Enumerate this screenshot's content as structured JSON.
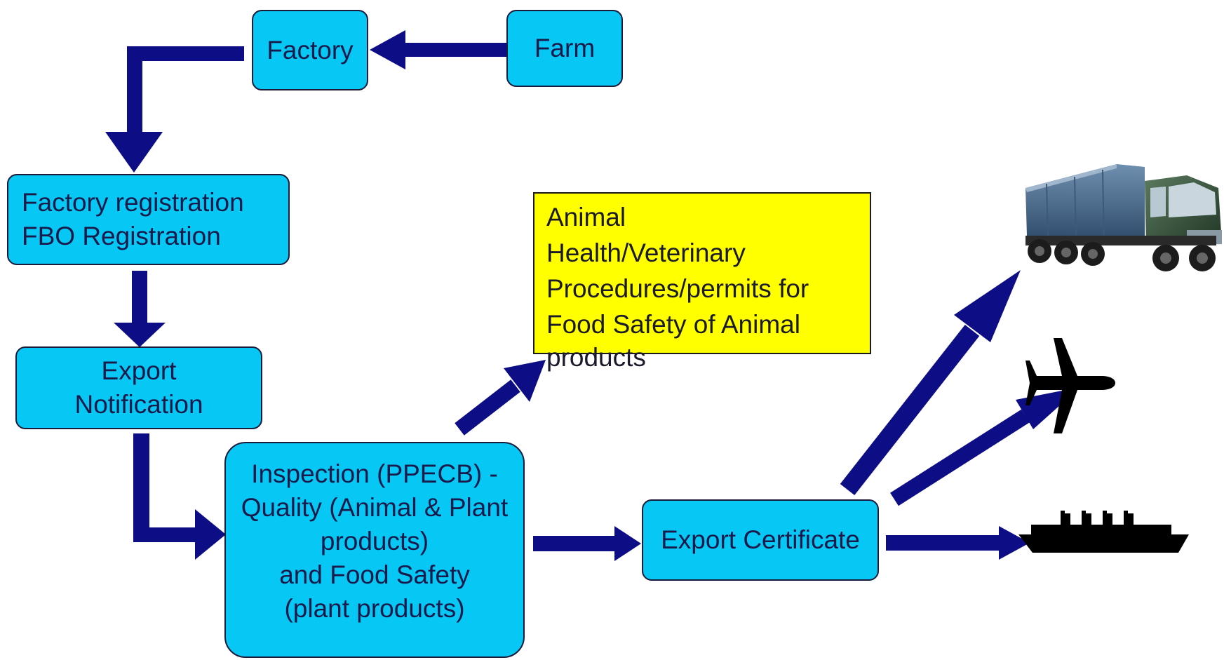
{
  "colors": {
    "box_fill": "#07c8f5",
    "note_fill": "#ffff00",
    "arrow": "#0d0d86",
    "icon": "#000000"
  },
  "nodes": {
    "farm": {
      "label": "Farm"
    },
    "factory": {
      "label": "Factory"
    },
    "factory_registration": {
      "lines": [
        "Factory registration",
        "FBO Registration"
      ]
    },
    "export_notification": {
      "lines": [
        "Export",
        "Notification"
      ]
    },
    "inspection": {
      "lines": [
        "Inspection (PPECB) -",
        "Quality (Animal & Plant",
        "products)",
        "and Food Safety",
        "(plant products)"
      ]
    },
    "export_certificate": {
      "label": "Export Certificate"
    },
    "animal_health": {
      "lines": [
        "Animal",
        "Health/Veterinary",
        "Procedures/permits for",
        "Food Safety of Animal",
        "products"
      ]
    }
  },
  "transport_icons": [
    "truck-icon",
    "airplane-icon",
    "ship-icon"
  ]
}
